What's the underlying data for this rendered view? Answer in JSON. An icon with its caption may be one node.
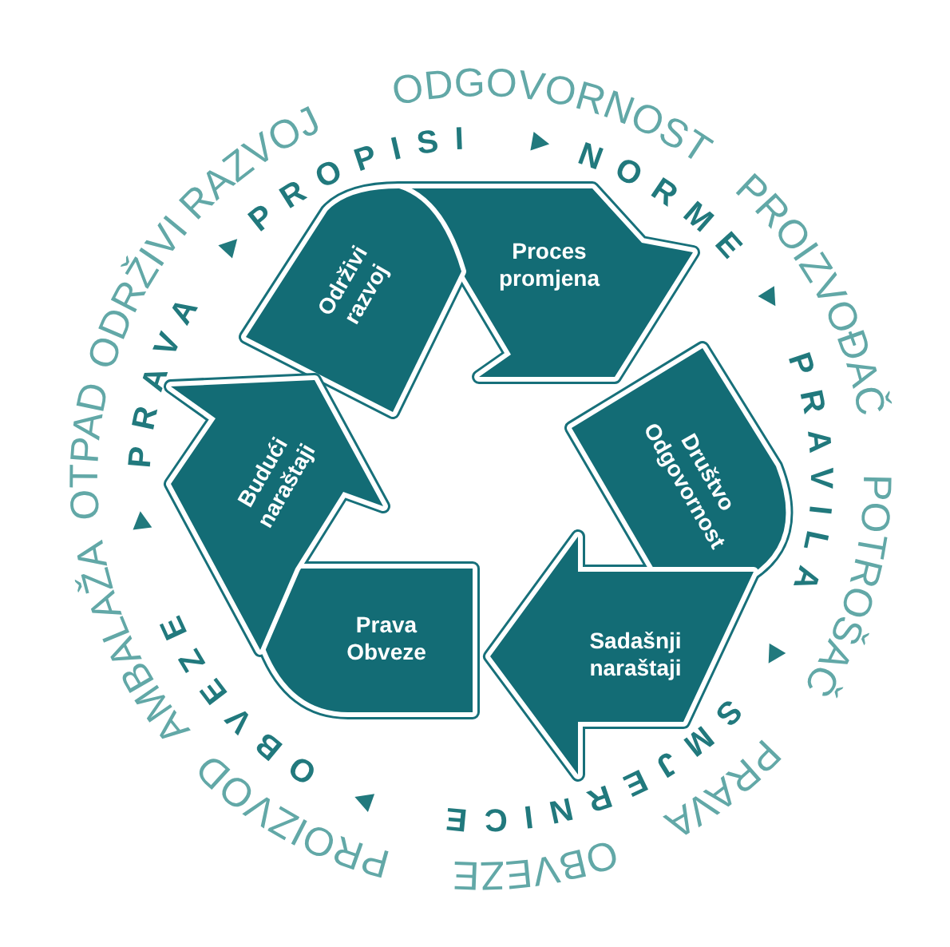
{
  "diagram": {
    "nodes": [
      {
        "text": [
          "Održivi razvoj",
          "Proces promjena"
        ]
      },
      {
        "text": [
          "Društvo Odgovornost",
          "Sadašnji naraštaji"
        ]
      },
      {
        "text": [
          "Prava Obveze",
          "Budući naraštaji"
        ]
      }
    ],
    "labels": [
      "ODGOVORNOST",
      "PROIZVOĐAČ",
      "POTROŠAČ",
      "PRAVA",
      "OBVEZE",
      "PROIZVOD",
      "AMBALAŽA",
      "OTPAD",
      "ODRŽIVI RAZVOJ",
      "PROPISI",
      "NORME",
      "PRAVILA",
      "SMJERNICE",
      "OBVEZE",
      "PRAVA"
    ]
  }
}
